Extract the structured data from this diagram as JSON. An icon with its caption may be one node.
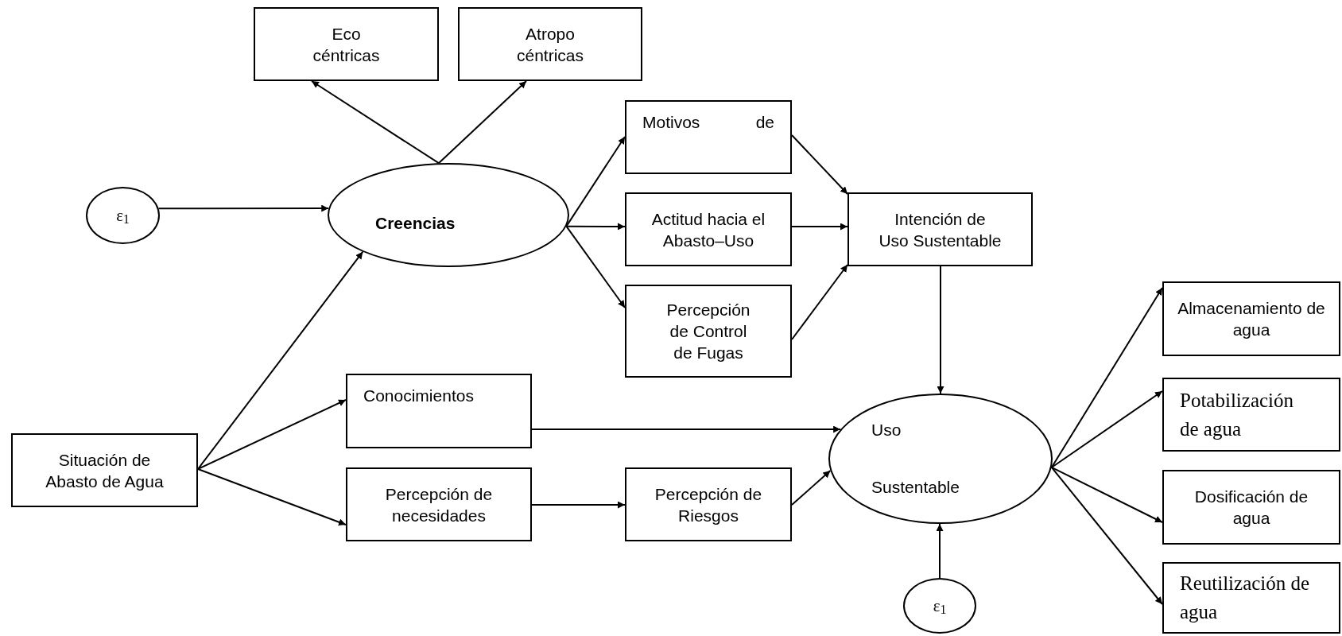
{
  "diagram": {
    "nodes": [
      {
        "text": [
          "Eco céntricas"
        ]
      },
      {
        "text": [
          "Atropo céntricas"
        ]
      },
      {
        "text": [
          "Motivos de"
        ]
      },
      {
        "text": [
          "ε$_{1}$"
        ]
      },
      {
        "text": [
          "Creencias"
        ]
      },
      {
        "text": [
          "Actitud hacia el Abasto–Uso"
        ]
      },
      {
        "text": [
          "Intención de Uso Sustentable"
        ]
      },
      {
        "text": [
          "Percepción de Control de Fugas"
        ]
      },
      {
        "text": [
          "Almacenamiento de agua"
        ]
      },
      {
        "text": [
          "Conocimientos"
        ]
      },
      {
        "text": [
          "Potabilización de agua"
        ]
      },
      {
        "text": [
          "Situación de Abasto de Agua"
        ]
      },
      {
        "text": [
          "Uso Sustentable"
        ]
      },
      {
        "text": [
          "Percepción de necesidades"
        ]
      },
      {
        "text": [
          "Percepción de Riesgos"
        ]
      },
      {
        "text": [
          "Dosificación de agua"
        ]
      },
      {
        "text": [
          "Reutilización de agua"
        ]
      },
      {
        "text": [
          "ε$_{1}$"
        ]
      }
    ],
    "edges": [
      {
        "from": 4,
        "to": 0,
        "arrow": "to"
      },
      {
        "from": 4,
        "to": 1,
        "arrow": "to"
      },
      {
        "from": 3,
        "to": 4,
        "arrow": "to"
      },
      {
        "from": 4,
        "to": 2,
        "arrow": "to"
      },
      {
        "from": 4,
        "to": 5,
        "arrow": "to"
      },
      {
        "from": 4,
        "to": 7,
        "arrow": "to"
      },
      {
        "from": 2,
        "to": 6,
        "arrow": "to"
      },
      {
        "from": 5,
        "to": 6,
        "arrow": "to"
      },
      {
        "from": 7,
        "to": 6,
        "arrow": "to"
      },
      {
        "from": 6,
        "to": 12,
        "arrow": "to"
      },
      {
        "from": 11,
        "to": 4,
        "arrow": "to"
      },
      {
        "from": 11,
        "to": 9,
        "arrow": "to"
      },
      {
        "from": 11,
        "to": 13,
        "arrow": "to"
      },
      {
        "from": 9,
        "to": 12,
        "arrow": "to"
      },
      {
        "from": 13,
        "to": 14,
        "arrow": "to"
      },
      {
        "from": 14,
        "to": 12,
        "arrow": "to"
      },
      {
        "from": 17,
        "to": 12,
        "arrow": "to"
      },
      {
        "from": 12,
        "to": 8,
        "arrow": "to"
      },
      {
        "from": 12,
        "to": 10,
        "arrow": "to"
      },
      {
        "from": 12,
        "to": 15,
        "arrow": "to"
      },
      {
        "from": 12,
        "to": 16,
        "arrow": "to"
      }
    ]
  }
}
